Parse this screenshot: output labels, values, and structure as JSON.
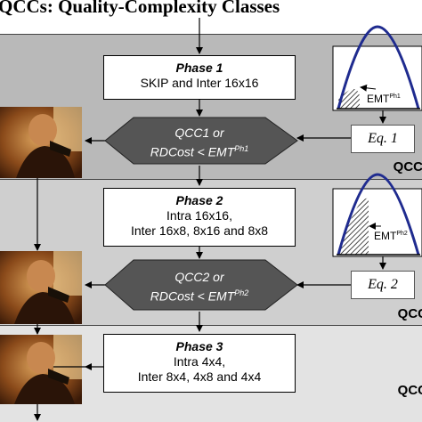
{
  "title": "QCCs: Quality-Complexity Classes",
  "bands": [
    {
      "label": "QCC-"
    },
    {
      "label": "QCC"
    },
    {
      "label": "QCC"
    }
  ],
  "phases": [
    {
      "heading": "Phase 1",
      "lines": [
        "SKIP and Inter 16x16"
      ]
    },
    {
      "heading": "Phase 2",
      "lines": [
        "Intra 16x16,",
        "Inter 16x8, 8x16 and 8x8"
      ]
    },
    {
      "heading": "Phase 3",
      "lines": [
        "Intra 4x4,",
        "Inter 8x4, 4x8 and 4x4"
      ]
    }
  ],
  "decisions": [
    {
      "line1": "QCC1 or",
      "line2_prefix": "RDCost < EMT",
      "sup": "Ph1"
    },
    {
      "line1": "QCC2 or",
      "line2_prefix": "RDCost < EMT",
      "sup": "Ph2"
    }
  ],
  "equations": [
    "Eq. 1",
    "Eq. 2"
  ],
  "curves": [
    {
      "label": "EMT",
      "sup": "Ph1",
      "shaded_fraction": 0.22
    },
    {
      "label": "EMT",
      "sup": "Ph2",
      "shaded_fraction": 0.45
    }
  ],
  "colors": {
    "band1": "#b9b9b9",
    "band2": "#cfcfcf",
    "band3": "#e3e3e3",
    "curve": "#1f2b8f",
    "diamond": "#555555"
  }
}
